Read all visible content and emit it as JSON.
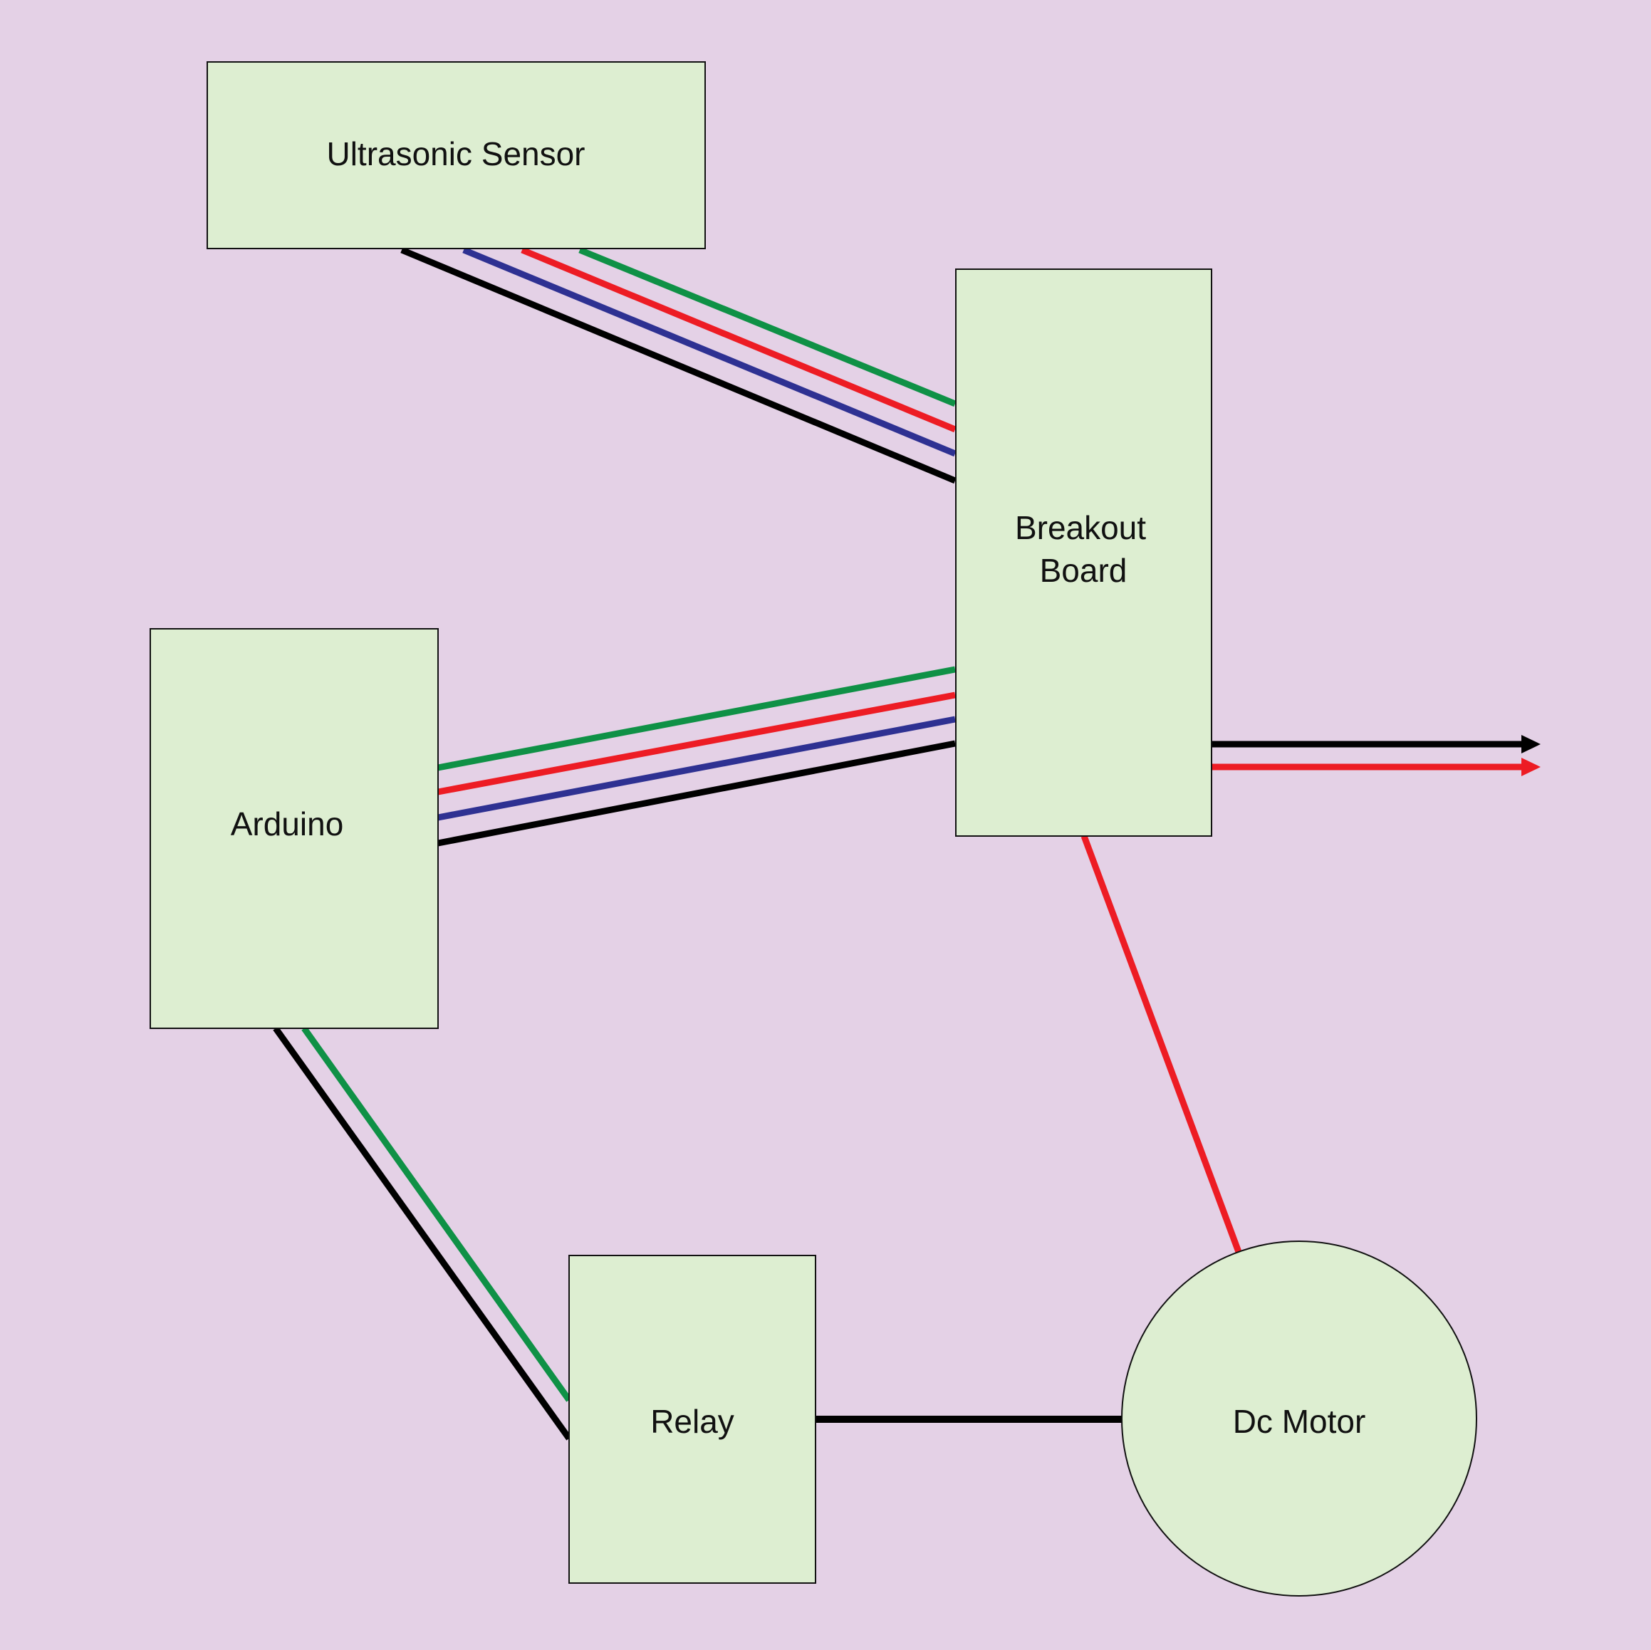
{
  "colors": {
    "background": "#e4d1e6",
    "block_fill": "#ddeed1",
    "block_stroke": "#111111",
    "wire_black": "#000000",
    "wire_red": "#ed1c24",
    "wire_blue": "#2e3192",
    "wire_green": "#0f9146"
  },
  "nodes": {
    "ultrasonic_sensor": {
      "label": "Ultrasonic Sensor"
    },
    "breakout_board": {
      "label_line1": "Breakout",
      "label_line2": "Board"
    },
    "arduino": {
      "label": "Arduino"
    },
    "relay": {
      "label": "Relay"
    },
    "dc_motor": {
      "label": "Dc Motor"
    }
  },
  "connections": [
    {
      "from": "Ultrasonic Sensor",
      "to": "Breakout Board",
      "wires": [
        "green",
        "red",
        "blue",
        "black"
      ]
    },
    {
      "from": "Arduino",
      "to": "Breakout Board",
      "wires": [
        "green",
        "red",
        "blue",
        "black"
      ]
    },
    {
      "from": "Arduino",
      "to": "Relay",
      "wires": [
        "green",
        "black"
      ]
    },
    {
      "from": "Relay",
      "to": "Dc Motor",
      "wires": [
        "black"
      ]
    },
    {
      "from": "Breakout Board",
      "to": "Dc Motor",
      "wires": [
        "red"
      ]
    },
    {
      "from": "Breakout Board",
      "to": "external",
      "wires": [
        "black",
        "red"
      ],
      "arrow": true
    }
  ]
}
